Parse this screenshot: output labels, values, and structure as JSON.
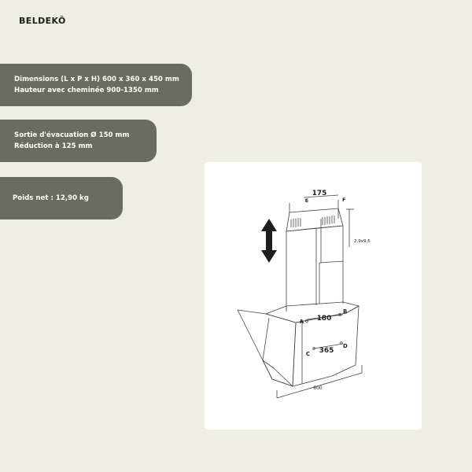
{
  "brand": {
    "logo_text": "BELDEKÔ"
  },
  "specs": [
    {
      "lines": [
        "Dimensions (L x P x H) 600 x 360 x 450 mm",
        "Hauteur avec cheminée 900-1350 mm"
      ]
    },
    {
      "lines": [
        "Sortie d'évacuation Ø 150 mm",
        "Réduction à 125 mm"
      ]
    },
    {
      "lines": [
        "Poids net : 12,90 kg"
      ]
    }
  ],
  "diagram": {
    "dim_top": "175",
    "dim_upper": "180",
    "dim_lower": "365",
    "dim_width": "600",
    "dim_slot": "2,9x9,5",
    "label_a": "A",
    "label_b": "B",
    "label_c": "C",
    "label_d": "D",
    "label_e": "E",
    "label_f": "F"
  }
}
